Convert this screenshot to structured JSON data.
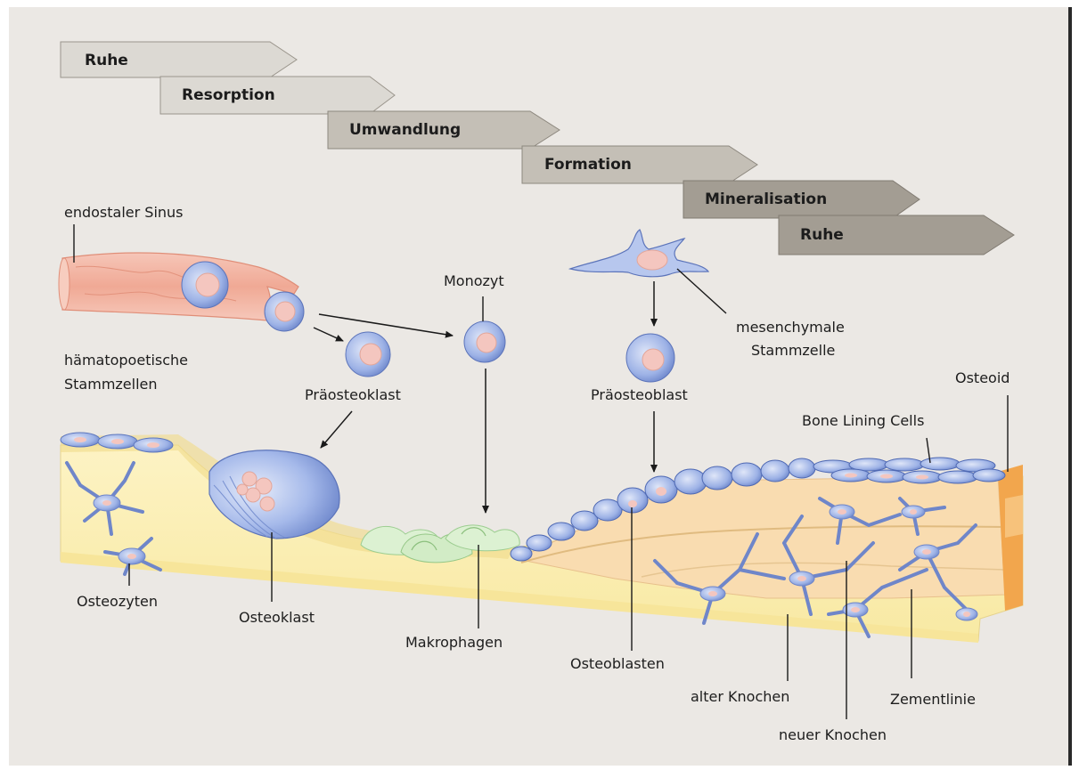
{
  "phases": [
    {
      "label": "Ruhe"
    },
    {
      "label": "Resorption"
    },
    {
      "label": "Umwandlung"
    },
    {
      "label": "Formation"
    },
    {
      "label": "Mineralisation"
    },
    {
      "label": "Ruhe"
    }
  ],
  "labels": {
    "endostaler_sinus": "endostaler Sinus",
    "haematopoetische_1": "hämatopoetische",
    "haematopoetische_2": "Stammzellen",
    "monozyt": "Monozyt",
    "praeosteoklast": "Präosteoklast",
    "mesenchymale_1": "mesenchymale",
    "mesenchymale_2": "Stammzelle",
    "praeosteoblast": "Präosteoblast",
    "osteoid": "Osteoid",
    "bone_lining_cells": "Bone Lining Cells",
    "osteozyten": "Osteozyten",
    "osteoklast": "Osteoklast",
    "makrophagen": "Makrophagen",
    "osteoblasten": "Osteoblasten",
    "alter_knochen": "alter Knochen",
    "neuer_knochen": "neuer Knochen",
    "zementlinie": "Zementlinie"
  },
  "colors": {
    "background": "#ebe8e4",
    "phase_light": "#dcd9d3",
    "phase_mid": "#c4bfb6",
    "phase_dark": "#a39d93",
    "bone_yellow": "#fbeeb0",
    "new_bone": "#f9dcb0",
    "osteoid": "#f4b25c",
    "cell_blue": "#8fa8e0",
    "nucleus_pink": "#f4c6bf",
    "sinus_red": "#f2b4a4",
    "macrophage_green": "#d4efc9"
  }
}
